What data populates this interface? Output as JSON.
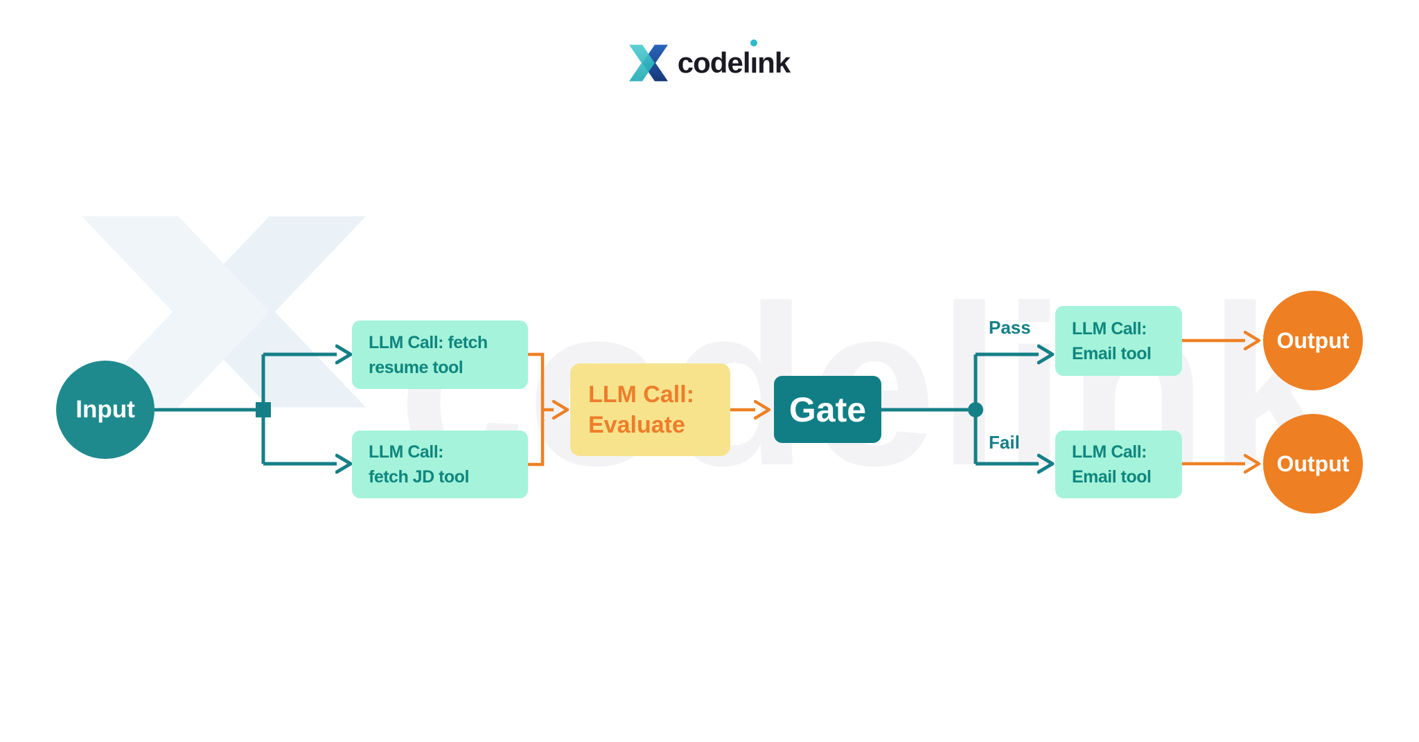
{
  "logo": {
    "full_text": "codelink",
    "text_pre": "codel",
    "text_i_dotless": "ı",
    "text_post": "nk"
  },
  "watermark": {
    "text": "codelink"
  },
  "nodes": {
    "input": {
      "label": "Input"
    },
    "fetch_resume": {
      "line1": "LLM Call: fetch",
      "line2": "resume tool"
    },
    "fetch_jd": {
      "line1": "LLM Call:",
      "line2": "fetch JD tool"
    },
    "evaluate": {
      "line1": "LLM Call:",
      "line2": "Evaluate"
    },
    "gate": {
      "label": "Gate"
    },
    "email_pass": {
      "line1": "LLM Call:",
      "line2": "Email tool"
    },
    "email_fail": {
      "line1": "LLM Call:",
      "line2": "Email tool"
    },
    "output_pass": {
      "label": "Output"
    },
    "output_fail": {
      "label": "Output"
    }
  },
  "edges": {
    "pass_label": "Pass",
    "fail_label": "Fail"
  },
  "colors": {
    "teal_node": "#1e8a8e",
    "teal_dark": "#117e86",
    "teal_line": "#157f87",
    "mint_fill": "#a5f3da",
    "mint_text": "#0e867e",
    "yellow_fill": "#f7e38c",
    "orange_text": "#ed7d2b",
    "orange_line": "#ee8024",
    "orange_node": "#ee7f22",
    "logo_dark": "#1b1a24",
    "logo_teal_dot": "#2cb9c8"
  }
}
